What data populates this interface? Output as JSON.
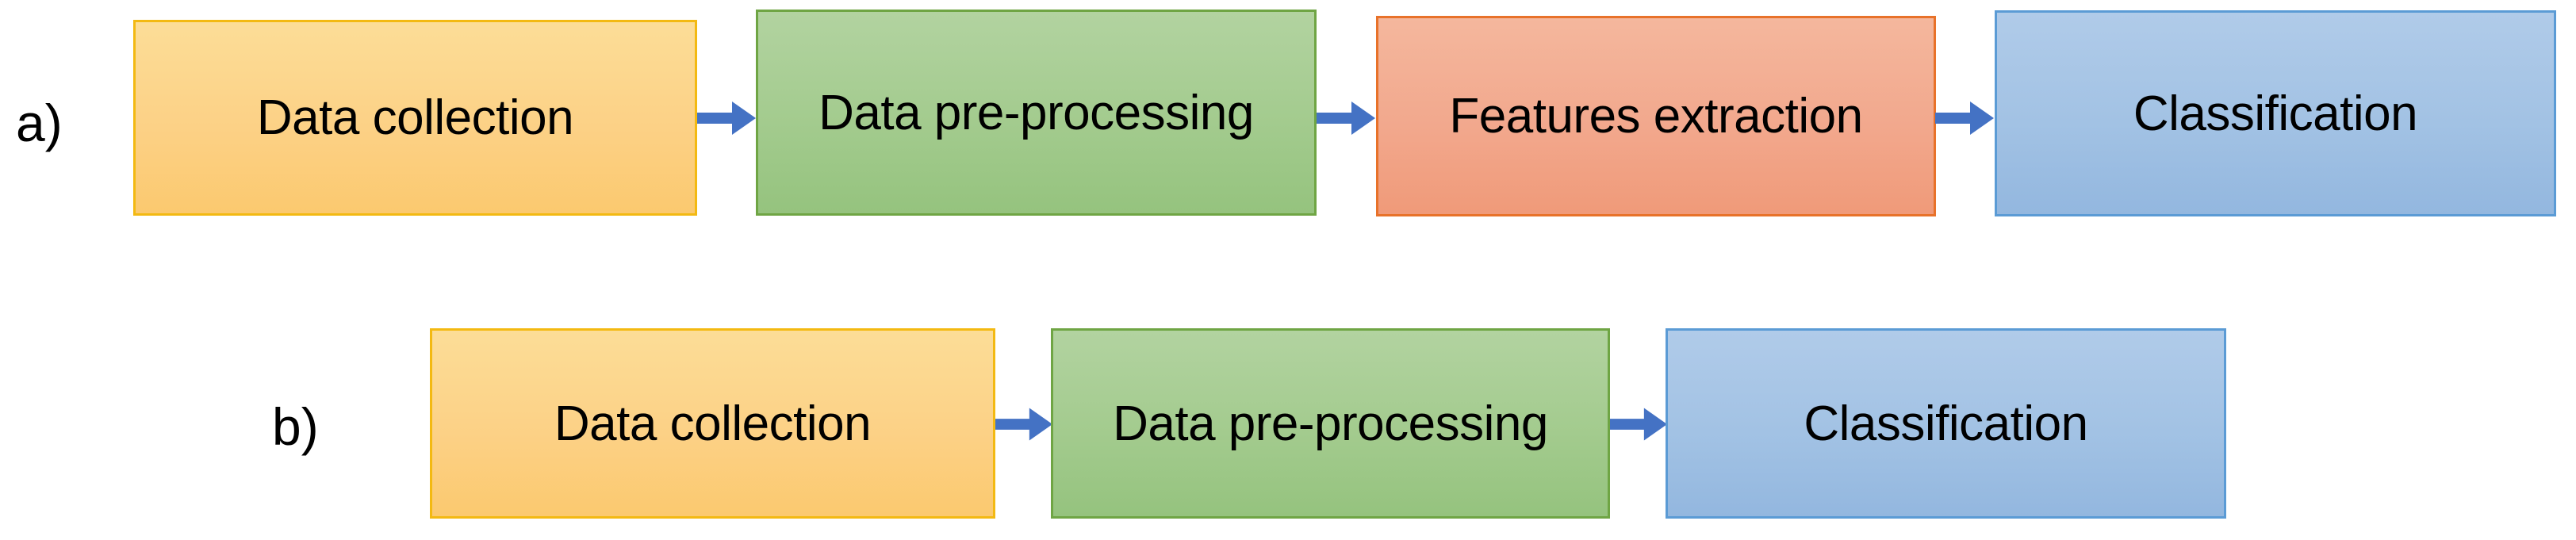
{
  "figure": {
    "type": "flowchart",
    "orientation": "left-to-right",
    "background_color": "#ffffff",
    "arrow_color": "#4472c4"
  },
  "rows": [
    {
      "label": "a)",
      "nodes": [
        {
          "text": "Data collection",
          "fill": "#fcd186",
          "border": "#f3b912"
        },
        {
          "text": "Data pre-processing",
          "fill": "#a3cb8e",
          "border": "#6fa544"
        },
        {
          "text": "Features extraction",
          "fill": "#f2a88d",
          "border": "#e8722a"
        },
        {
          "text": "Classification",
          "fill": "#a2c2e4",
          "border": "#5b9bd5"
        }
      ],
      "arrow_count": 3
    },
    {
      "label": "b)",
      "nodes": [
        {
          "text": "Data collection",
          "fill": "#fcd186",
          "border": "#f3b912"
        },
        {
          "text": "Data pre-processing",
          "fill": "#a3cb8e",
          "border": "#6fa544"
        },
        {
          "text": "Classification",
          "fill": "#a2c2e4",
          "border": "#5b9bd5"
        }
      ],
      "arrow_count": 2
    }
  ]
}
